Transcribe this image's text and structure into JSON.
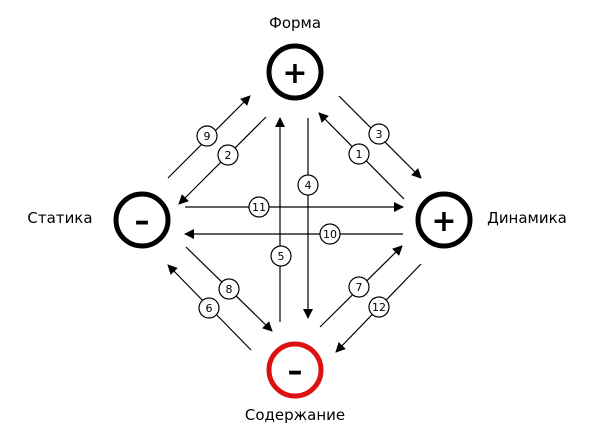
{
  "nodes": {
    "top": {
      "label": "Форма",
      "sign": "+",
      "ring_color": "#000000"
    },
    "left": {
      "label": "Статика",
      "sign": "–",
      "ring_color": "#000000"
    },
    "right": {
      "label": "Динамика",
      "sign": "+",
      "ring_color": "#000000"
    },
    "bottom": {
      "label": "Содержание",
      "sign": "–",
      "ring_color": "#dd1111"
    }
  },
  "arrows": [
    {
      "number": "1",
      "from": "right",
      "to": "top"
    },
    {
      "number": "2",
      "from": "top",
      "to": "left"
    },
    {
      "number": "3",
      "from": "top",
      "to": "right"
    },
    {
      "number": "4",
      "from": "top",
      "to": "bottom"
    },
    {
      "number": "5",
      "from": "bottom",
      "to": "top"
    },
    {
      "number": "6",
      "from": "bottom",
      "to": "left"
    },
    {
      "number": "7",
      "from": "bottom",
      "to": "right"
    },
    {
      "number": "8",
      "from": "left",
      "to": "bottom"
    },
    {
      "number": "9",
      "from": "left",
      "to": "top"
    },
    {
      "number": "10",
      "from": "right",
      "to": "left"
    },
    {
      "number": "11",
      "from": "left",
      "to": "right"
    },
    {
      "number": "12",
      "from": "right",
      "to": "bottom"
    }
  ]
}
